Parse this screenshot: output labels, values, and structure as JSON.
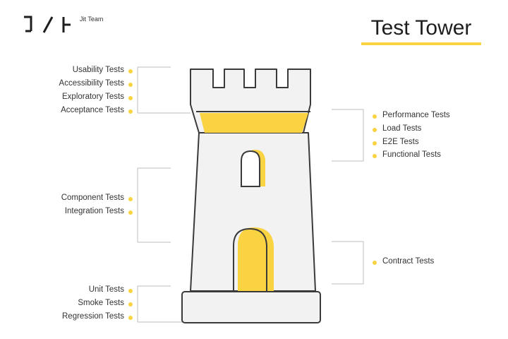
{
  "brand": {
    "name": "Jit Team"
  },
  "title": "Test Tower",
  "colors": {
    "accent": "#f9d342",
    "stroke": "#3a3a3a",
    "fill": "#f2f2f2",
    "bracket": "#bdbdbd"
  },
  "left_groups": [
    {
      "items": [
        "Usability Tests",
        "Accessibility Tests",
        "Exploratory Tests",
        "Acceptance Tests"
      ]
    },
    {
      "items": [
        "Component Tests",
        "Integration Tests"
      ]
    },
    {
      "items": [
        "Unit Tests",
        "Smoke Tests",
        "Regression Tests"
      ]
    }
  ],
  "right_groups": [
    {
      "items": [
        "Performance Tests",
        "Load Tests",
        "E2E Tests",
        "Functional Tests"
      ]
    },
    {
      "items": [
        "Contract Tests"
      ]
    }
  ]
}
